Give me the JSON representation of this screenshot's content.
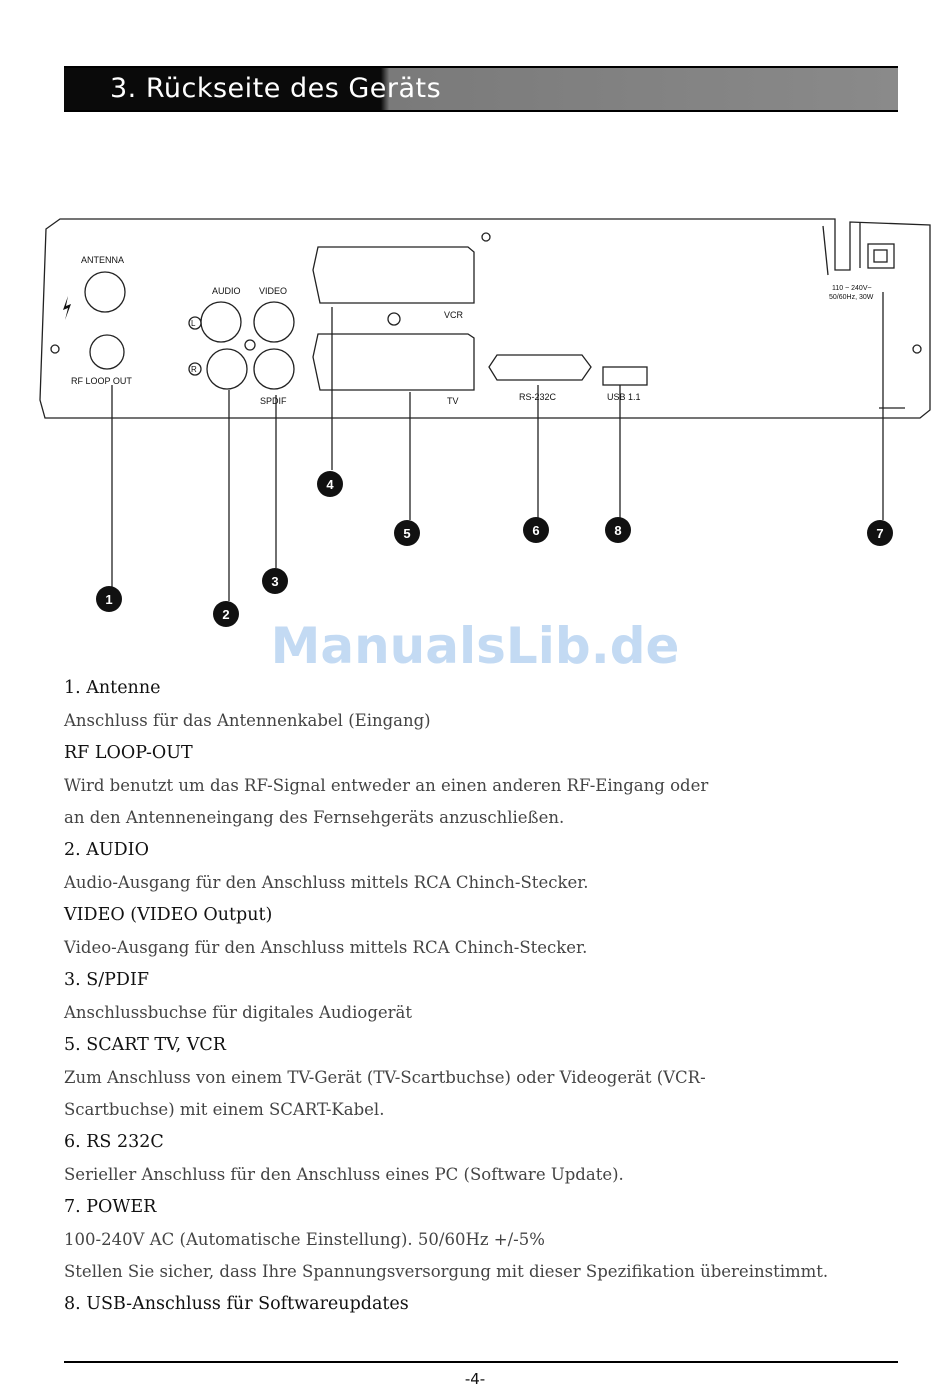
{
  "header": {
    "title": "3. Rückseite des Geräts"
  },
  "panel": {
    "labels": {
      "antenna": "ANTENNA",
      "rf_loop_out": "RF LOOP OUT",
      "audio": "AUDIO",
      "video": "VIDEO",
      "spdif": "SPDIF",
      "left": "L",
      "right": "R",
      "vcr": "VCR",
      "tv": "TV",
      "rs232c": "RS-232C",
      "usb": "USB 1.1",
      "power_line1": "110 ~ 240V~",
      "power_line2": "50/60Hz, 30W"
    },
    "callouts": [
      "1",
      "2",
      "3",
      "4",
      "5",
      "6",
      "7",
      "8"
    ]
  },
  "watermark": "ManualsLib.de",
  "items": [
    {
      "title": "1. Antenne",
      "lines": [
        "Anschluss für das Antennenkabel (Eingang)"
      ]
    },
    {
      "title": "RF LOOP-OUT",
      "lines": [
        "Wird benutzt um das RF-Signal entweder an einen anderen RF-Eingang oder",
        "an den Antenneneingang des Fernsehgeräts anzuschließen."
      ]
    },
    {
      "title": "2. AUDIO",
      "lines": [
        "Audio-Ausgang für den Anschluss mittels RCA Chinch-Stecker."
      ]
    },
    {
      "title": "VIDEO (VIDEO Output)",
      "lines": [
        "Video-Ausgang für den Anschluss mittels RCA Chinch-Stecker."
      ]
    },
    {
      "title": "3. S/PDIF",
      "lines": [
        "Anschlussbuchse für digitales Audiogerät"
      ]
    },
    {
      "title": "5. SCART TV, VCR",
      "lines": [
        "Zum Anschluss von einem TV-Gerät (TV-Scartbuchse) oder Videogerät (VCR-",
        "Scartbuchse) mit einem SCART-Kabel."
      ]
    },
    {
      "title": "6. RS 232C",
      "lines": [
        "Serieller Anschluss für den Anschluss eines PC (Software Update)."
      ]
    },
    {
      "title": "7. POWER",
      "lines": [
        "100-240V AC (Automatische Einstellung). 50/60Hz +/-5%",
        "Stellen Sie sicher, dass Ihre Spannungsversorgung mit dieser Spezifikation übereinstimmt."
      ]
    },
    {
      "title": "8. USB-Anschluss für Softwareupdates",
      "lines": []
    }
  ],
  "footer": {
    "page_number": "-4-"
  }
}
